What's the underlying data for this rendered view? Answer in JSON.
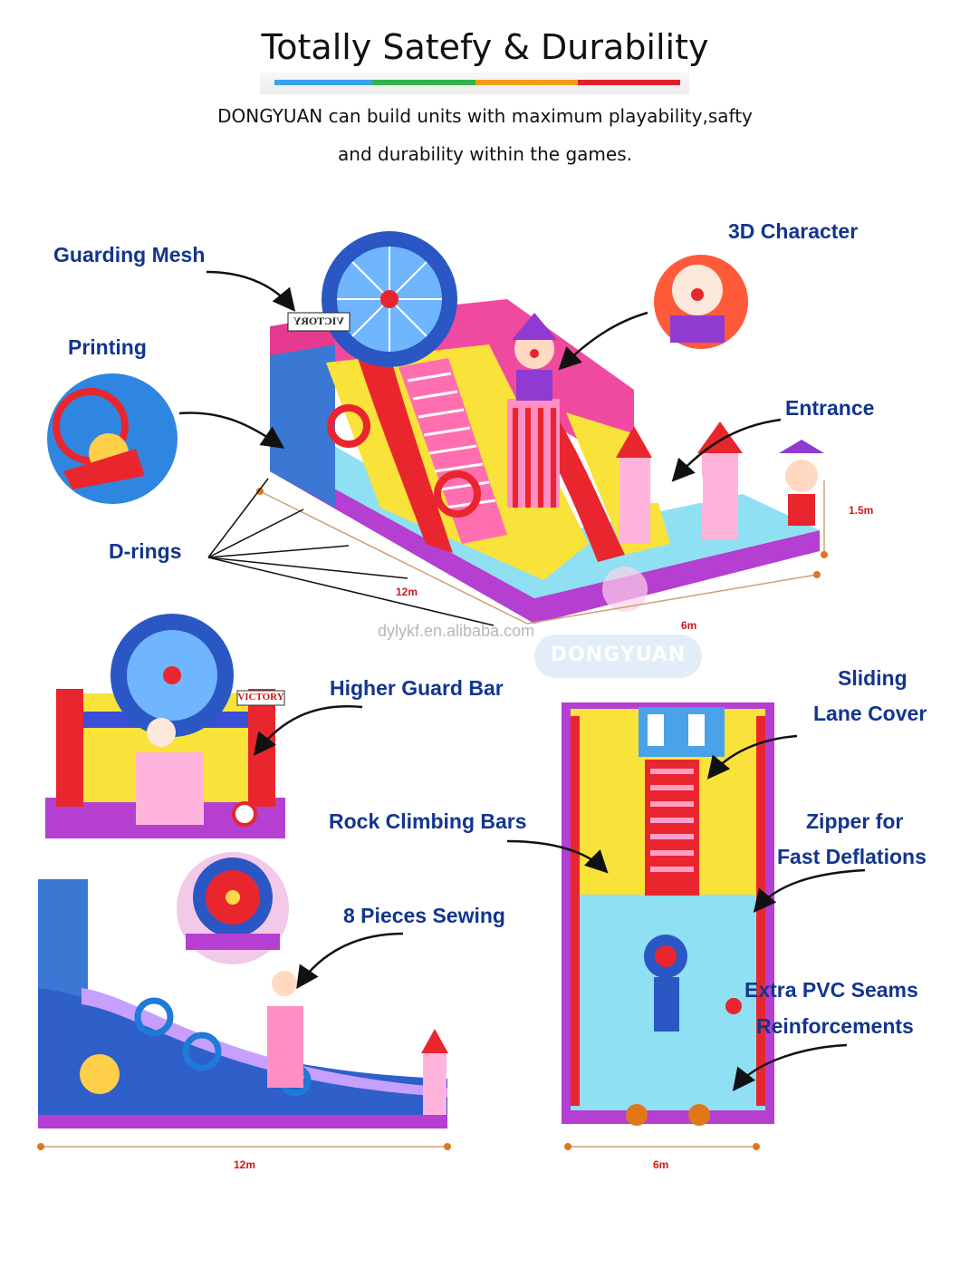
{
  "header": {
    "title": "Totally Satefy & Durability",
    "desc_line1": "DONGYUAN can build units with maximum playability,safty",
    "desc_line2": "and durability within the games.",
    "rainbow_colors": [
      "#3aa3f0",
      "#34b24c",
      "#f39c12",
      "#e0202a"
    ]
  },
  "labels": {
    "guarding_mesh": "Guarding Mesh",
    "character_3d": "3D Character",
    "printing": "Printing",
    "entrance": "Entrance",
    "d_rings": "D-rings",
    "higher_guard_bar": "Higher Guard Bar",
    "sliding": "Sliding",
    "lane_cover": "Lane Cover",
    "rock_climbing_bars": "Rock Climbing Bars",
    "zipper_line1": "Zipper for",
    "zipper_line2": "Fast Deflations",
    "eight_pieces": "8 Pieces Sewing",
    "pvc_line1": "Extra PVC Seams",
    "pvc_line2": "Reinforcements"
  },
  "dimensions": {
    "main_length": "12m",
    "main_width": "6m",
    "main_height": "1.5m",
    "side_length": "12m",
    "top_width": "6m"
  },
  "watermark": {
    "url": "dylykf.en.alibaba.com",
    "brand": "DONGYUAN"
  },
  "signs": {
    "victory": "VICTORY"
  },
  "colors": {
    "label_blue": "#13358f",
    "dimension_red": "#d21818",
    "slide_yellow": "#f9e23a",
    "base_purple": "#b43fd1",
    "pool_cyan": "#8ee0f2",
    "slide_red": "#e9262e"
  }
}
